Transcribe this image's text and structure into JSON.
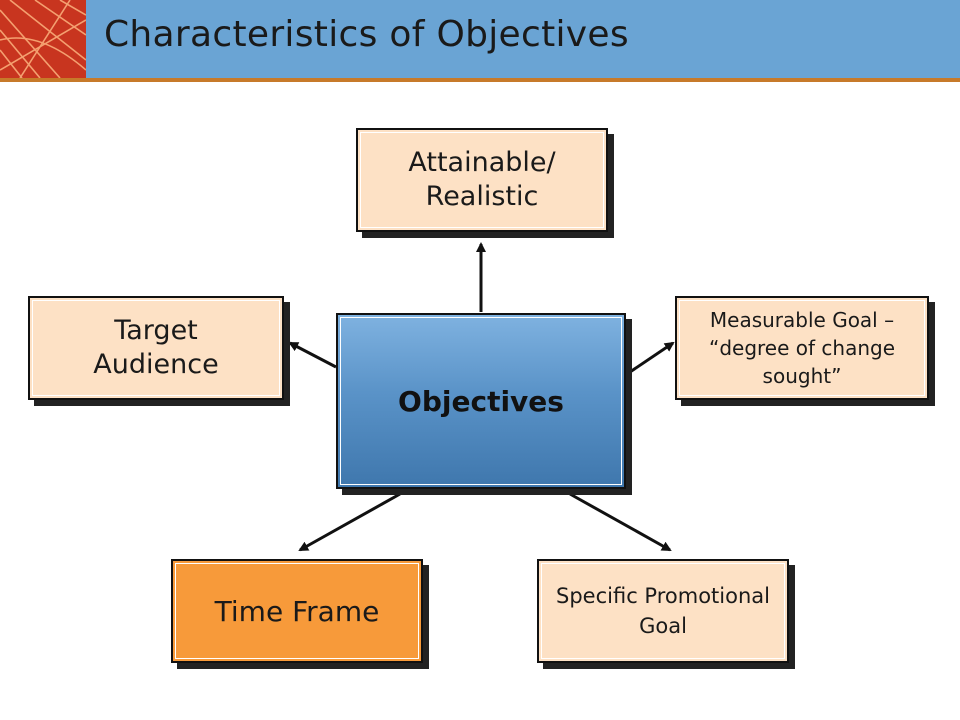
{
  "header": {
    "title": "Characteristics of Objectives"
  },
  "diagram": {
    "center": "Objectives",
    "nodes": {
      "top": "Attainable/ Realistic",
      "left": "Target Audience",
      "right": "Measurable Goal – “degree of change sought”",
      "bottom_left": "Time Frame",
      "bottom_right": "Specific Promotional Goal"
    }
  },
  "colors": {
    "header_blue": "#6aa4d4",
    "logo_red": "#c8351f",
    "node_peach": "#fde1c5",
    "node_orange": "#f79a3a",
    "center_blue": "#5a93c8"
  }
}
